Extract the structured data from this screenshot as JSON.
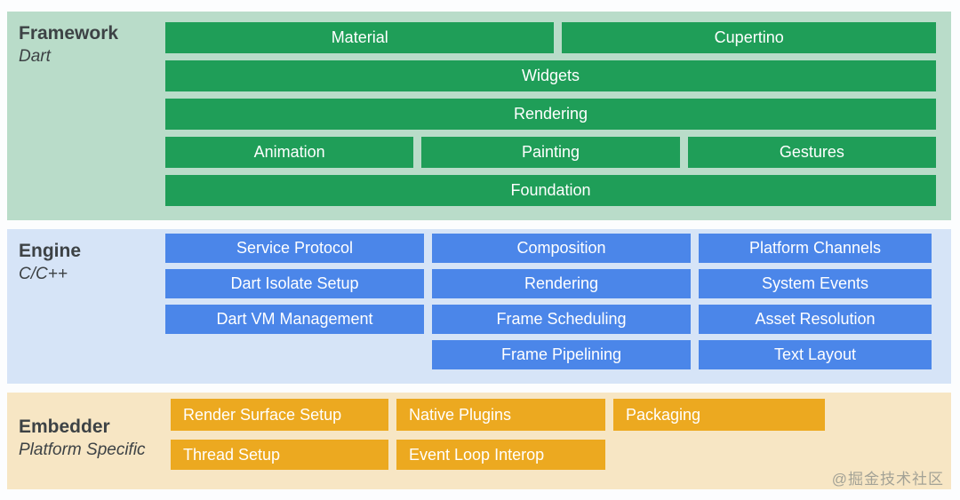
{
  "diagram": {
    "name": "Flutter architecture layers",
    "watermark": "@掘金技术社区",
    "colors": {
      "framework_bg": "#b9dcc9",
      "framework_bar": "#1f9e58",
      "engine_bg": "#d6e4f7",
      "engine_bar": "#4b86e9",
      "embedder_bg": "#f7e6c4",
      "embedder_bar": "#eca920",
      "label_text": "#3d4245",
      "bar_text": "#ffffff"
    }
  },
  "sections": {
    "framework": {
      "title": "Framework",
      "subtitle": "Dart",
      "rows": [
        [
          "Material",
          "Cupertino"
        ],
        [
          "Widgets"
        ],
        [
          "Rendering"
        ],
        [
          "Animation",
          "Painting",
          "Gestures"
        ],
        [
          "Foundation"
        ]
      ]
    },
    "engine": {
      "title": "Engine",
      "subtitle": "C/C++",
      "rows": [
        [
          "Service Protocol",
          "Composition",
          "Platform Channels"
        ],
        [
          "Dart Isolate Setup",
          "Rendering",
          "System Events"
        ],
        [
          "Dart VM Management",
          "Frame Scheduling",
          "Asset Resolution"
        ],
        [
          "",
          "Frame Pipelining",
          "Text Layout"
        ]
      ]
    },
    "embedder": {
      "title": "Embedder",
      "subtitle": "Platform Specific",
      "rows": [
        [
          "Render Surface Setup",
          "Native Plugins",
          "Packaging"
        ],
        [
          "Thread Setup",
          "Event Loop Interop"
        ]
      ]
    }
  }
}
